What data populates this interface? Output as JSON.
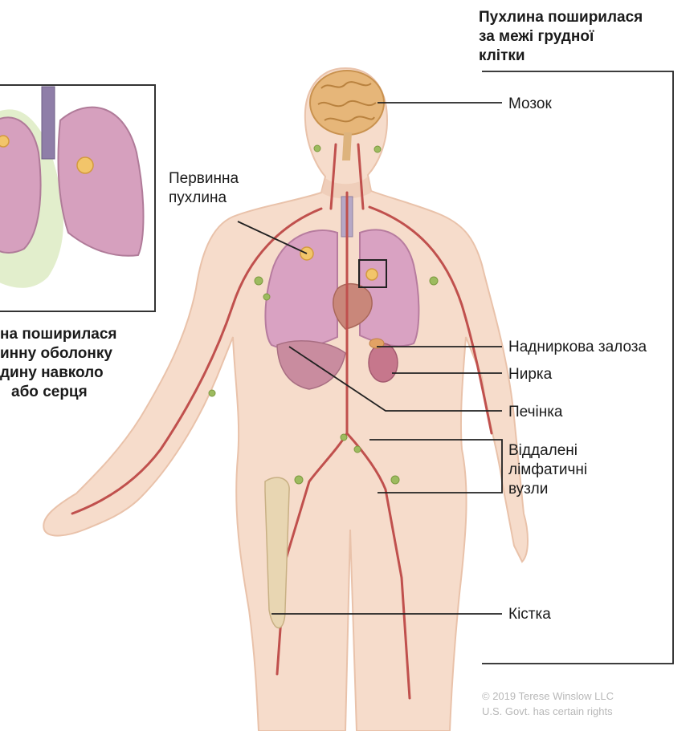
{
  "header": {
    "title_lines": [
      "Пухлина поширилася",
      "за межі грудної",
      "клітки"
    ]
  },
  "inset": {
    "caption_lines": [
      "на поширилася",
      "инну оболонку",
      "дину навколо",
      "або серця"
    ]
  },
  "labels": {
    "brain": "Мозок",
    "primary_tumor_lines": [
      "Первинна",
      "пухлина"
    ],
    "adrenal": "Надниркова залоза",
    "kidney": "Нирка",
    "liver": "Печінка",
    "lymph_lines": [
      "Віддалені",
      "лімфатичні",
      "вузли"
    ],
    "bone": "Кістка"
  },
  "copyright": {
    "line1": "© 2019 Terese Winslow LLC",
    "line2": "U.S. Govt. has certain rights"
  },
  "colors": {
    "skin": "#f6dccb",
    "skin_edge": "#e9c2aa",
    "lung": "#d9a2c2",
    "lung_edge": "#b77c9f",
    "brain": "#e6b679",
    "artery": "#c0504d",
    "lymph": "#9dbb5f",
    "liver": "#c98c9f",
    "kidney": "#c6778c",
    "bone": "#e8d6b2"
  }
}
